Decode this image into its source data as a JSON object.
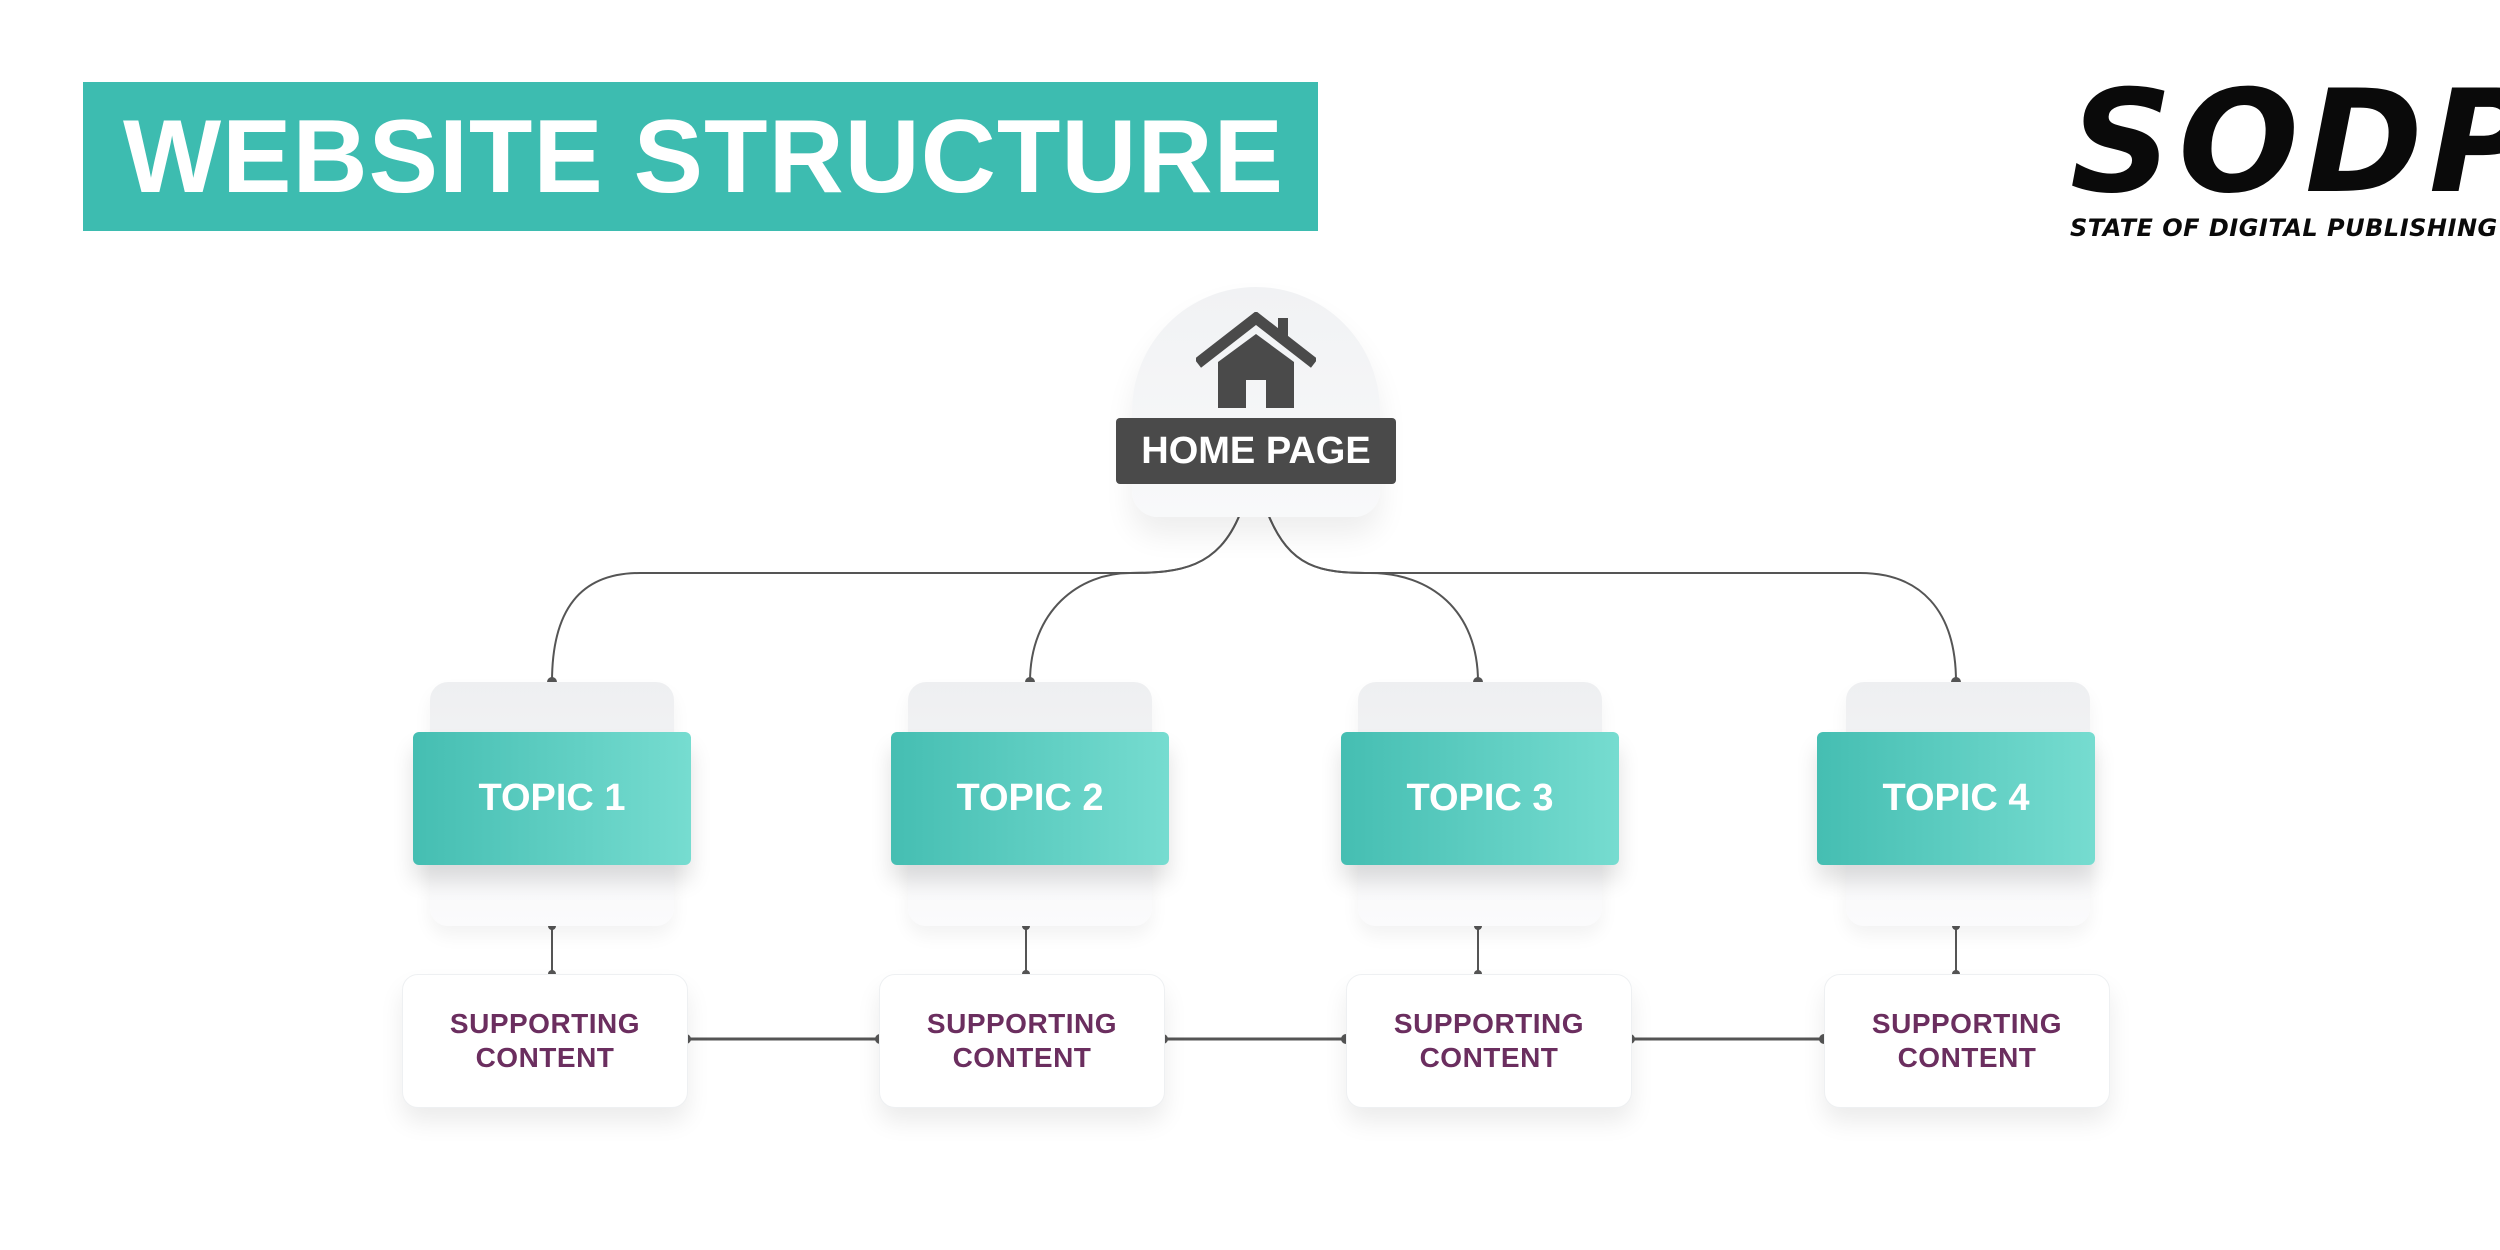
{
  "title": "WEBSITE STRUCTURE",
  "logo": {
    "mark": "SODP",
    "subtitle": "STATE OF DIGITAL PUBLISHING"
  },
  "home": {
    "label": "HOME PAGE",
    "icon": "house-icon"
  },
  "topics": [
    {
      "label": "TOPIC 1"
    },
    {
      "label": "TOPIC 2"
    },
    {
      "label": "TOPIC 3"
    },
    {
      "label": "TOPIC 4"
    }
  ],
  "supporting": [
    {
      "line1": "SUPPORTING",
      "line2": "CONTENT"
    },
    {
      "line1": "SUPPORTING",
      "line2": "CONTENT"
    },
    {
      "line1": "SUPPORTING",
      "line2": "CONTENT"
    },
    {
      "line1": "SUPPORTING",
      "line2": "CONTENT"
    }
  ],
  "colors": {
    "accent": "#3dbcb0",
    "topic_gradient_start": "#45beb2",
    "topic_gradient_end": "#76dcd0",
    "home_label_bg": "#4a4a4a",
    "supporting_text": "#6b2e5f",
    "connector": "#555555"
  }
}
